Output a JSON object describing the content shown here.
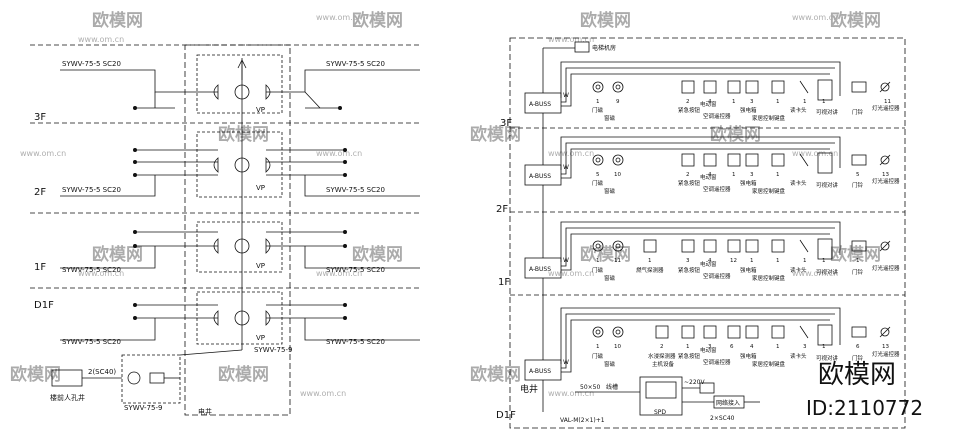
{
  "left_diagram": {
    "floors": [
      "3F",
      "2F",
      "1F",
      "D1F"
    ],
    "cable_spec_left": "SYWV-75-5   SC20",
    "cable_spec_right": "SYWV-75-5   SC20",
    "box_label": "VP",
    "riser_cable": "SYWV-75-9",
    "duct_label": "2(SC40)",
    "building_cable": "SYWV-75-9",
    "entry_label": "楼前人孔井",
    "shaft_label": "电井"
  },
  "right_diagram": {
    "floors": [
      "3F",
      "2F",
      "1F",
      "D1F"
    ],
    "top_device": "电梯机房",
    "bus_label": "A-BUSS",
    "bus_port": "W",
    "ground_cable_a": "50×50",
    "ground_cable_b": "线槽",
    "main_cable": "VAL-M(2×1)+1",
    "spd_label": "SPD",
    "spd_voltage": "~220V",
    "network_label": "网络接入",
    "network_cable": "2×SC40",
    "shaft_label": "电井",
    "rows": [
      {
        "device_nums": [
          "1",
          "9",
          "2",
          "4",
          "1",
          "3",
          "1",
          "1",
          "1",
          "11"
        ],
        "labels": [
          "门磁",
          "窗磁",
          "紧急按钮",
          "电动窗",
          "空调遥控器",
          "强电箱",
          "家居控制键盘",
          "读卡头",
          "可视对讲",
          "门铃",
          "灯光遥控器"
        ]
      },
      {
        "device_nums": [
          "5",
          "10",
          "2",
          "4",
          "1",
          "3",
          "1",
          "5",
          "13"
        ],
        "labels": [
          "门磁",
          "窗磁",
          "紧急按钮",
          "电动窗",
          "空调遥控器",
          "强电箱",
          "家居控制键盘",
          "读卡头",
          "可视对讲",
          "门铃",
          "灯光遥控器"
        ]
      },
      {
        "device_nums": [
          "1",
          "11",
          "1",
          "3",
          "4",
          "12",
          "1",
          "1",
          "1",
          "1",
          "1"
        ],
        "labels": [
          "门磁",
          "窗磁",
          "燃气探测器",
          "紧急按钮",
          "电动窗",
          "空调遥控器",
          "强电箱",
          "家居控制键盘",
          "读卡头",
          "可视对讲",
          "门铃",
          "灯光遥控器"
        ]
      },
      {
        "device_nums": [
          "1",
          "10",
          "2",
          "1",
          "3",
          "6",
          "4",
          "1",
          "3",
          "1",
          "6",
          "13"
        ],
        "labels": [
          "门磁",
          "窗磁",
          "水浸探测器",
          "主机设备",
          "紧急按钮",
          "电动窗",
          "空调遥控器",
          "强电箱",
          "家居控制键盘",
          "读卡头",
          "可视对讲",
          "门铃",
          "灯光遥控器"
        ]
      }
    ]
  },
  "watermark": {
    "brand": "欧模网",
    "url": "www.om.cn",
    "id_text": "ID:2110772"
  }
}
